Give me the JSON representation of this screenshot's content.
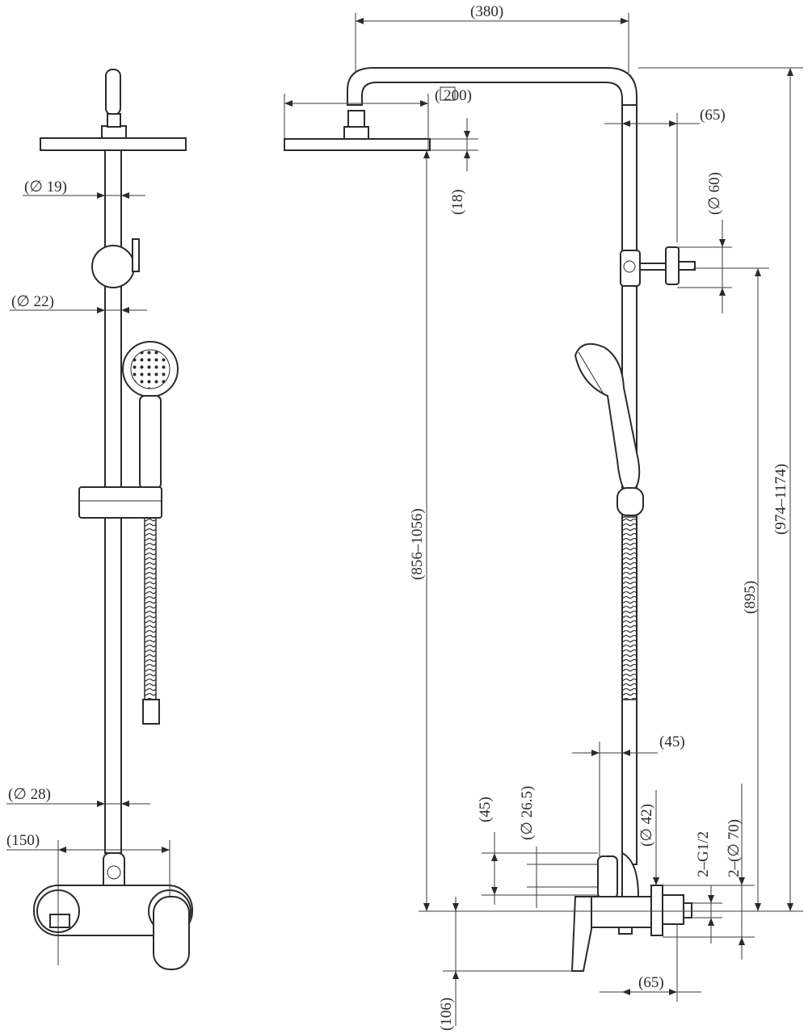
{
  "drawing": {
    "front_view": {
      "dim_pipe_upper": "(∅ 19)",
      "dim_pipe_mid": "(∅ 22)",
      "dim_pipe_lower": "(∅ 28)",
      "dim_mixer_width": "(150)"
    },
    "side_view": {
      "dim_arm_length": "(380)",
      "dim_head_size": "( 200)",
      "dim_head_thickness": "(18)",
      "dim_bracket_offset": "(65)",
      "dim_bracket_dia": "(∅ 60)",
      "dim_total_height_left": "(856–1056)",
      "dim_bracket_height": "(895)",
      "dim_total_height_right": "(974–1174)",
      "dim_pipe_offset": "(45)",
      "dim_spout_height": "(45)",
      "dim_spout_dia": "(∅ 26.5)",
      "dim_valve_dia": "(∅ 42)",
      "dim_thread": "2–G1/2",
      "dim_flange_dia": "2–(∅ 70)",
      "dim_lever_drop": "(106)",
      "dim_inlet_offset": "(65)"
    }
  },
  "colors": {
    "line": "#2b2b2b",
    "background": "#ffffff"
  }
}
